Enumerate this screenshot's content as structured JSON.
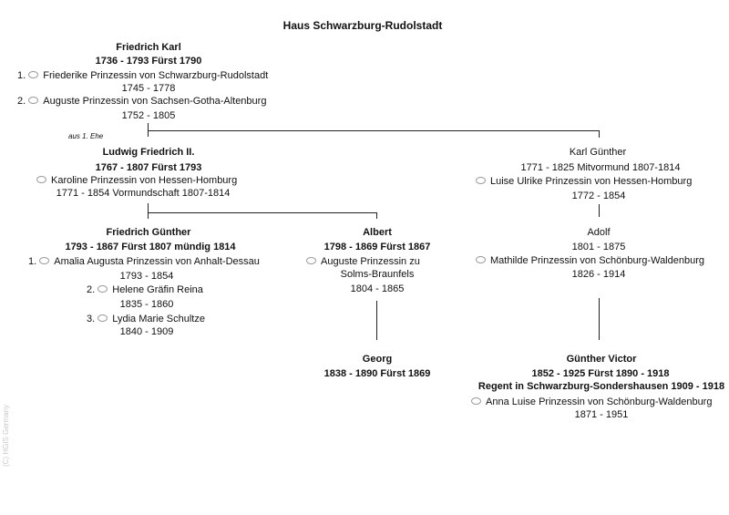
{
  "title": "Haus Schwarzburg-Rudolstadt",
  "gen1": {
    "name": "Friedrich Karl",
    "dates": "1736 - 1793  Fürst 1790",
    "spouse1_num": "1.",
    "spouse1": "Friederike Prinzessin von Schwarzburg-Rudolstadt",
    "spouse1_dates": "1745 - 1778",
    "spouse2_num": "2.",
    "spouse2": "Auguste Prinzessin von Sachsen-Gotha-Altenburg",
    "spouse2_dates": "1752 - 1805"
  },
  "marriage_note": "aus 1. Ehe",
  "ludwig": {
    "name": "Ludwig Friedrich II.",
    "dates": "1767 - 1807  Fürst 1793",
    "spouse": "Karoline Prinzessin von Hessen-Homburg",
    "spouse_dates": "1771 - 1854  Vormundschaft 1807-1814"
  },
  "karl": {
    "name": "Karl Günther",
    "dates": "1771 - 1825   Mitvormund 1807-1814",
    "spouse": "Luise Ulrike Prinzessin von Hessen-Homburg",
    "spouse_dates": "1772 - 1854"
  },
  "fg": {
    "name": "Friedrich Günther",
    "dates": "1793 - 1867  Fürst 1807  mündig 1814",
    "spouse1_num": "1.",
    "spouse1": "Amalia Augusta Prinzessin von Anhalt-Dessau",
    "spouse1_dates": "1793 - 1854",
    "spouse2_num": "2.",
    "spouse2": "Helene Gräfin Reina",
    "spouse2_dates": "1835 - 1860",
    "spouse3_num": "3.",
    "spouse3": "Lydia Marie Schultze",
    "spouse3_dates": "1840 - 1909"
  },
  "albert": {
    "name": "Albert",
    "dates": "1798 - 1869  Fürst 1867",
    "spouse_line1": "Auguste Prinzessin zu",
    "spouse_line2": "Solms-Braunfels",
    "spouse_dates": "1804 - 1865"
  },
  "adolf": {
    "name": "Adolf",
    "dates": "1801 - 1875",
    "spouse": "Mathilde Prinzessin von Schönburg-Waldenburg",
    "spouse_dates": "1826 - 1914"
  },
  "georg": {
    "name": "Georg",
    "dates": "1838 - 1890  Fürst 1869"
  },
  "gv": {
    "name": "Günther Victor",
    "dates": "1852 - 1925  Fürst 1890 - 1918",
    "regent": "Regent in Schwarzburg-Sondershausen 1909 - 1918",
    "spouse": "Anna Luise Prinzessin von Schönburg-Waldenburg",
    "spouse_dates": "1871 - 1951"
  },
  "copyright": "(C)  HGIS Germany",
  "marriage_icon": "marriage-rings-icon"
}
